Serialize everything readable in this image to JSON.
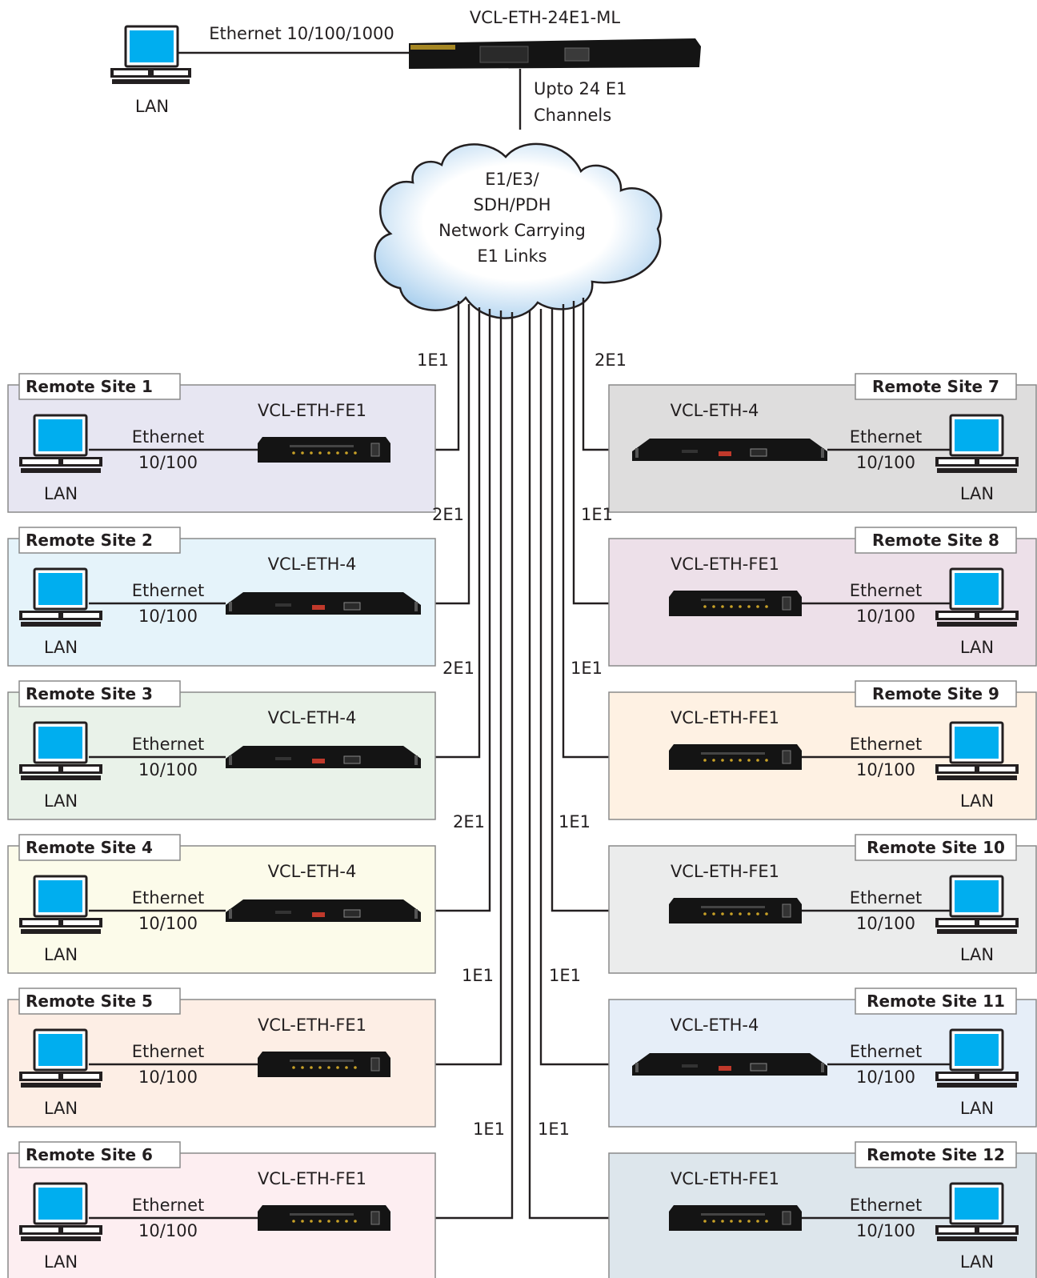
{
  "hub": {
    "device": "VCL-ETH-24E1-ML",
    "link_label": "Ethernet 10/100/1000",
    "lan_label": "LAN",
    "uplink_line1": "Upto 24 E1",
    "uplink_line2": "Channels"
  },
  "cloud": {
    "line1": "E1/E3/",
    "line2": "SDH/PDH",
    "line3": "Network Carrying",
    "line4": "E1 Links"
  },
  "common": {
    "eth_line1": "Ethernet",
    "eth_line2": "10/100",
    "lan": "LAN"
  },
  "sites": [
    {
      "title": "Remote Site 1",
      "device": "VCL-ETH-FE1",
      "link": "1E1",
      "bg": "#e7e6f2"
    },
    {
      "title": "Remote Site 2",
      "device": "VCL-ETH-4",
      "link": "2E1",
      "bg": "#e5f3fa"
    },
    {
      "title": "Remote Site 3",
      "device": "VCL-ETH-4",
      "link": "2E1",
      "bg": "#e9f2e9"
    },
    {
      "title": "Remote Site 4",
      "device": "VCL-ETH-4",
      "link": "2E1",
      "bg": "#fcfbea"
    },
    {
      "title": "Remote Site 5",
      "device": "VCL-ETH-FE1",
      "link": "1E1",
      "bg": "#fdeee5"
    },
    {
      "title": "Remote Site 6",
      "device": "VCL-ETH-FE1",
      "link": "1E1",
      "bg": "#fdeef1"
    },
    {
      "title": "Remote Site 7",
      "device": "VCL-ETH-4",
      "link": "2E1",
      "bg": "#dedddd"
    },
    {
      "title": "Remote Site 8",
      "device": "VCL-ETH-FE1",
      "link": "1E1",
      "bg": "#ede0e9"
    },
    {
      "title": "Remote Site 9",
      "device": "VCL-ETH-FE1",
      "link": "1E1",
      "bg": "#fef1e3"
    },
    {
      "title": "Remote Site 10",
      "device": "VCL-ETH-FE1",
      "link": "1E1",
      "bg": "#ebecec"
    },
    {
      "title": "Remote Site 11",
      "device": "VCL-ETH-4",
      "link": "1E1",
      "bg": "#e6eef8"
    },
    {
      "title": "Remote Site 12",
      "device": "VCL-ETH-FE1",
      "link": "1E1",
      "bg": "#dde6ec"
    }
  ],
  "colors": {
    "screen": "#00aeef",
    "device_body": "#141414",
    "device_led": "#c9a227",
    "cloud_fill": "#ffffff",
    "cloud_glow": "#a9cfee",
    "wire": "#231f20"
  },
  "icons": {
    "pc": "desktop-computer-icon",
    "device_fe1": "vcl-eth-fe1-device-icon",
    "device_eth4": "vcl-eth-4-device-icon",
    "hub_device": "vcl-eth-24e1-ml-device-icon",
    "cloud": "network-cloud-icon"
  }
}
